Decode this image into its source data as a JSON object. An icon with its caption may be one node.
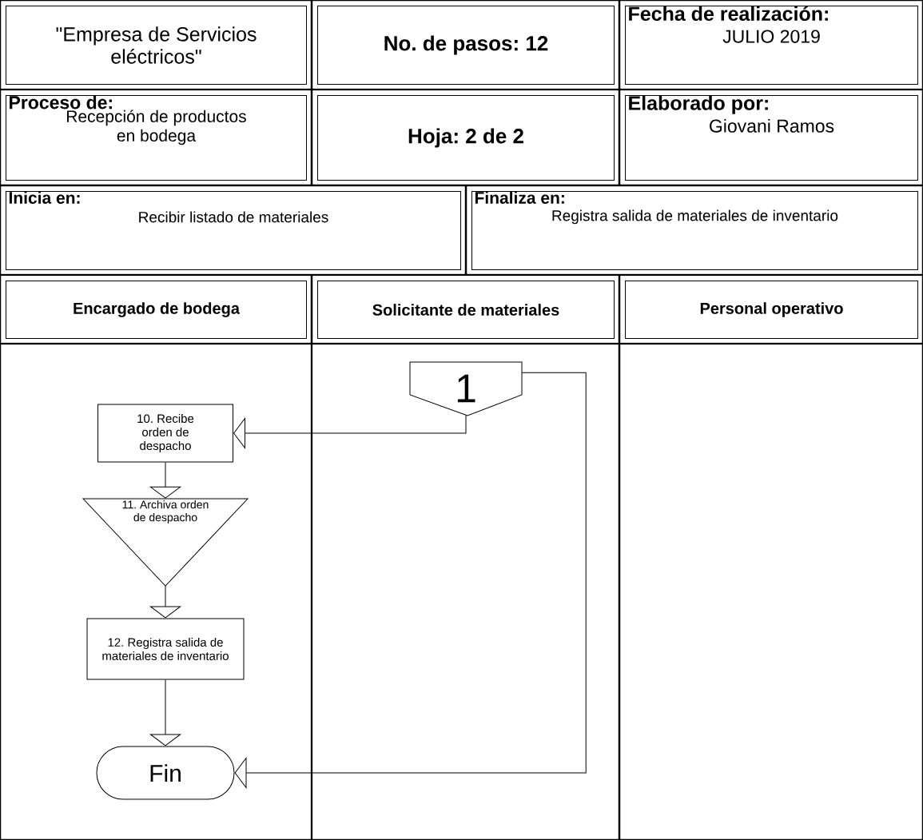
{
  "diagram": {
    "nodes": [
      {
        "text": [
          "\"Empresa de Servicios eléctricos\""
        ]
      },
      {
        "text": [
          "No. de pasos: 12"
        ]
      },
      {
        "text": [
          "Fecha de realización:",
          "JULIO 2019"
        ]
      },
      {
        "text": [
          "Proceso de:",
          "Recepción de productos en bodega"
        ]
      },
      {
        "text": [
          "Hoja: 2 de 2"
        ]
      },
      {
        "text": [
          "Elaborado por:",
          "Giovani Ramos"
        ]
      },
      {
        "text": [
          "Inicia en:",
          "Recibir listado de materiales"
        ]
      },
      {
        "text": [
          "Finaliza en:",
          "Registra salida de materiales de inventario"
        ]
      },
      {
        "text": [
          "Encargado de bodega"
        ]
      },
      {
        "text": [
          "Solicitante de materiales"
        ]
      },
      {
        "text": [
          "Personal operativo"
        ]
      },
      {
        "text": [
          "1"
        ]
      },
      {
        "text": [
          "10. Recibe orden de despacho"
        ]
      },
      {
        "text": [
          "11. Archiva orden de despacho"
        ]
      },
      {
        "text": [
          "12. Registra salida de materiales de inventario"
        ]
      },
      {
        "text": [
          "Fin"
        ]
      }
    ],
    "edges": [
      {
        "from": 11,
        "to": 12,
        "arrow": "to"
      },
      {
        "from": 12,
        "to": 13,
        "arrow": "to"
      },
      {
        "from": 13,
        "to": 14,
        "arrow": "to"
      },
      {
        "from": 14,
        "to": 15,
        "arrow": "to"
      },
      {
        "from": 11,
        "to": 15,
        "arrow": "to"
      }
    ]
  }
}
